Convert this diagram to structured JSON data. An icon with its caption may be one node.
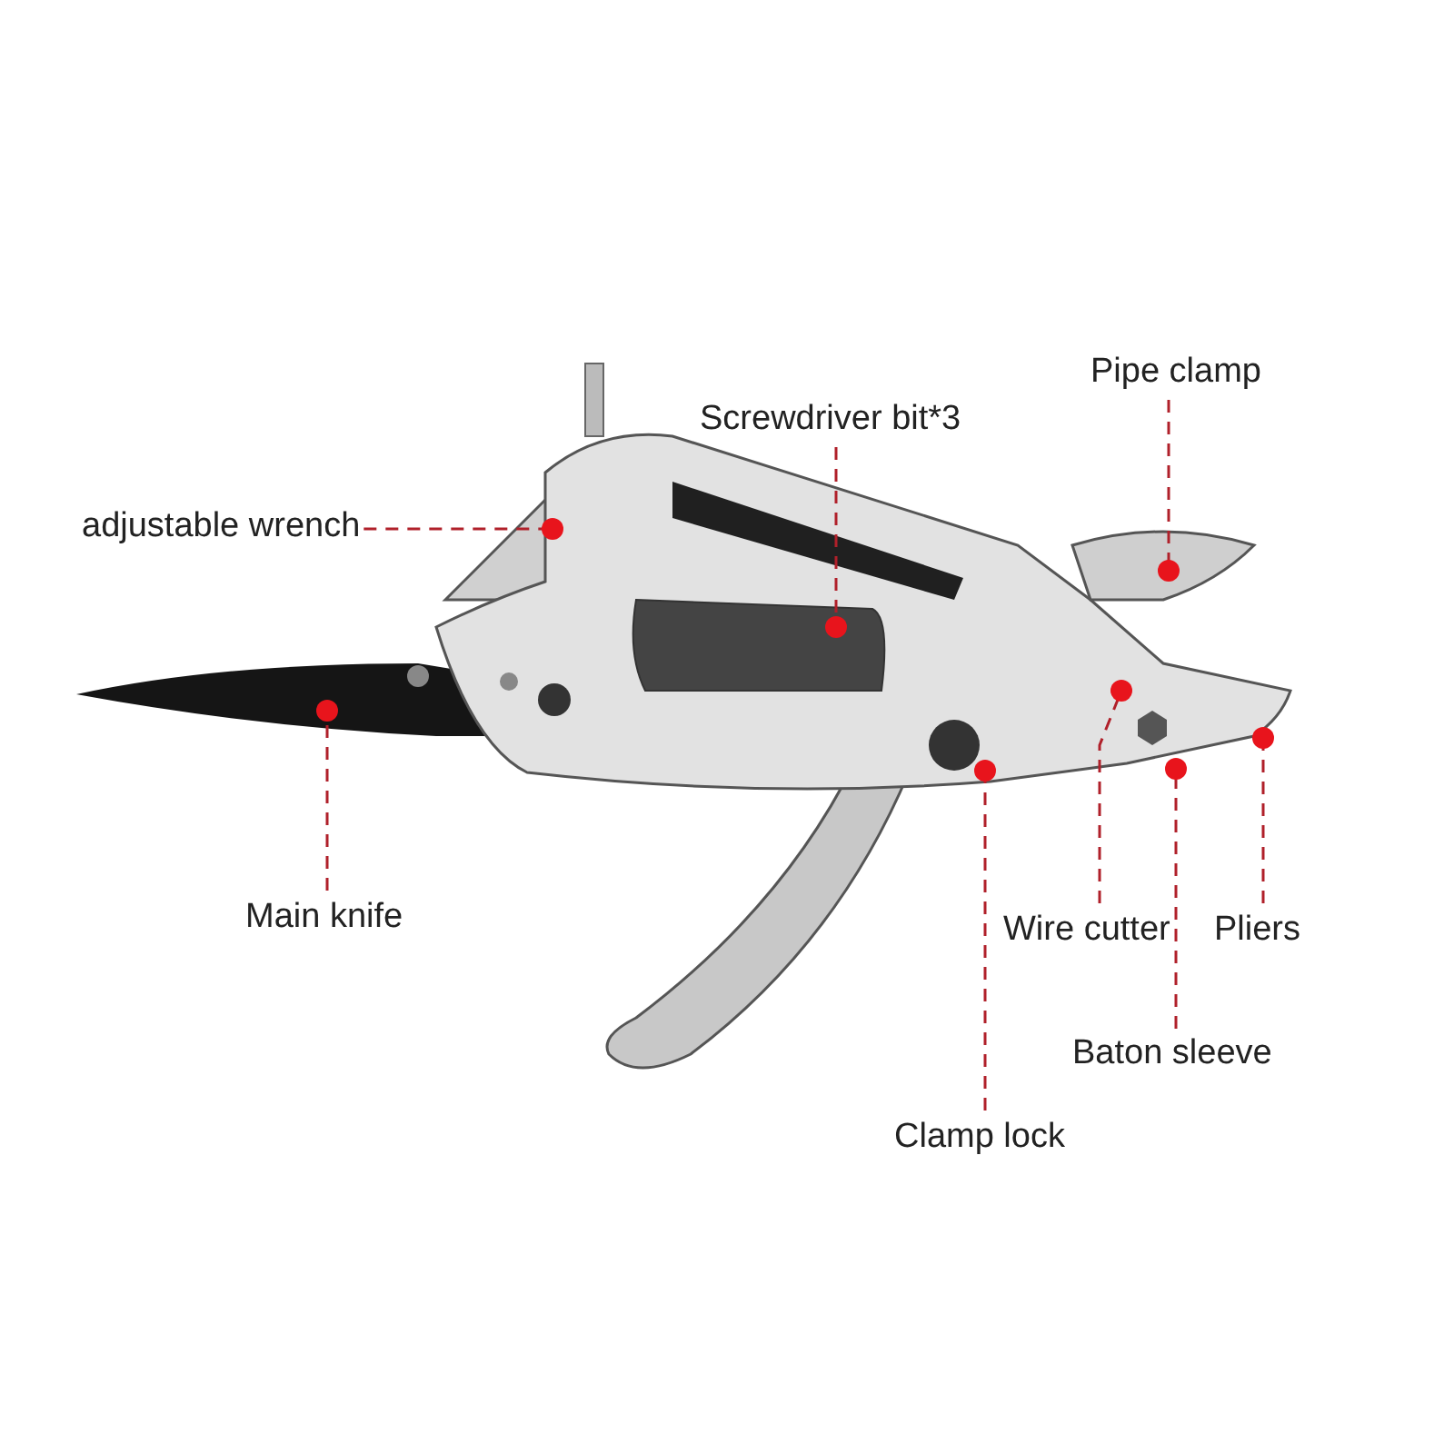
{
  "diagram": {
    "nodes": [
      {
        "text": [
          "adjustable wrench"
        ]
      },
      {
        "text": [
          "Screwdriver bit*3"
        ]
      },
      {
        "text": [
          "Pipe clamp"
        ]
      },
      {
        "text": [
          "Main knife"
        ]
      },
      {
        "text": [
          "Wire cutter"
        ]
      },
      {
        "text": [
          "Pliers"
        ]
      },
      {
        "text": [
          "Baton sleeve"
        ]
      },
      {
        "text": [
          "Clamp lock"
        ]
      }
    ],
    "edges": [
      {
        "from": 0,
        "to": null,
        "arrow": "other",
        "style": "dashed"
      },
      {
        "from": 1,
        "to": null,
        "arrow": "other",
        "style": "dashed"
      },
      {
        "from": 2,
        "to": null,
        "arrow": "other",
        "style": "dashed"
      },
      {
        "from": 3,
        "to": null,
        "arrow": "other",
        "style": "dashed"
      },
      {
        "from": 4,
        "to": null,
        "arrow": "other",
        "style": "dashed"
      },
      {
        "from": 5,
        "to": null,
        "arrow": "other",
        "style": "dashed"
      },
      {
        "from": 6,
        "to": null,
        "arrow": "other",
        "style": "dashed"
      },
      {
        "from": 7,
        "to": null,
        "arrow": "other",
        "style": "dashed"
      }
    ]
  }
}
